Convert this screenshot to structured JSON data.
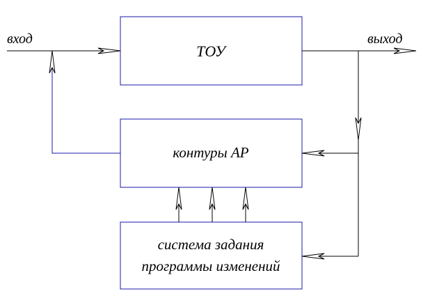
{
  "diagram": {
    "blocks": {
      "tou": {
        "label": "ТОУ"
      },
      "contours": {
        "label": "контуры АР"
      },
      "program": {
        "line1": "система задания",
        "line2": "программы изменений"
      }
    },
    "io": {
      "input": "вход",
      "output": "выход"
    },
    "colors": {
      "block_border": "#1a1aa8",
      "wire": "#000000"
    }
  }
}
